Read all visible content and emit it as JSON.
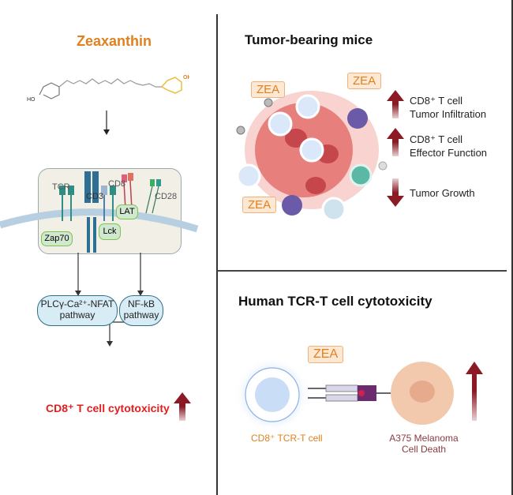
{
  "left_panel": {
    "compound_title": "Zeaxanthin",
    "molecule": {
      "left_group": "HO",
      "right_group": "OH"
    },
    "membrane_labels": {
      "tcr": "TCR",
      "cd3": "CD3",
      "cd8": "CD8",
      "cd28": "CD28",
      "lat": "LAT",
      "lck": "Lck",
      "zap70": "Zap70"
    },
    "pathways": [
      {
        "line1": "PLCγ-Ca²⁺-NFAT",
        "line2": "pathway"
      },
      {
        "line1": "NF-kB",
        "line2": "pathway"
      }
    ],
    "outcome": "CD8⁺ T cell cytotoxicity"
  },
  "top_right": {
    "title": "Tumor-bearing mice",
    "zea_tags": [
      "ZEA",
      "ZEA",
      "ZEA"
    ],
    "effects": [
      {
        "line1": "CD8⁺ T cell",
        "line2": "Tumor Infiltration",
        "direction": "up"
      },
      {
        "line1": "CD8⁺ T cell",
        "line2": "Effector Function",
        "direction": "up"
      },
      {
        "line1": "Tumor Growth",
        "line2": "",
        "direction": "down"
      }
    ]
  },
  "bottom_right": {
    "title": "Human TCR-T cell cytotoxicity",
    "zea_tag": "ZEA",
    "tcell_label": "CD8⁺ TCR-T cell",
    "target_line1": "A375 Melanoma",
    "target_line2": "Cell Death",
    "direction": "up"
  },
  "colors": {
    "accent_orange": "#e0801e",
    "arrow_red": "#8b1a24",
    "outcome_red": "#e02020"
  }
}
